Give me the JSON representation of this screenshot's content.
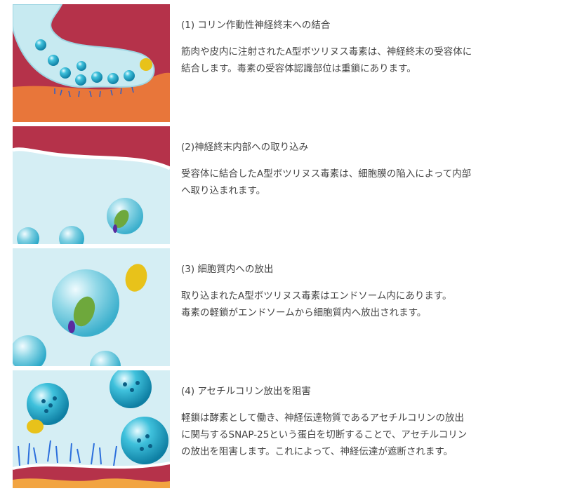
{
  "steps": [
    {
      "title": "(1) コリン作動性神経終末への結合",
      "lines": [
        "筋肉や皮内に注射されたA型ボツリヌス毒素は、神経終末の受容体に",
        "結合します。毒素の受容体認識部位は重鎖にあります。"
      ]
    },
    {
      "title": "(2)神経終末内部への取り込み",
      "lines": [
        "受容体に結合したA型ボツリヌス毒素は、細胞膜の陥入によって内部",
        "へ取り込まれます。"
      ]
    },
    {
      "title": "(3) 細胞質内への放出",
      "lines": [
        "取り込まれたA型ボツリヌス毒素はエンドソーム内にあります。",
        "毒素の軽鎖がエンドソームから細胞質内へ放出されます。"
      ]
    },
    {
      "title": "(4) アセチルコリン放出を阻害",
      "lines": [
        "軽鎖は酵素として働き、神経伝達物質であるアセチルコリンの放出",
        "に関与するSNAP-25という蛋白を切断することで、アセチルコリン",
        "の放出を阻害します。これによって、神経伝達が遮断されます。"
      ]
    }
  ],
  "colors": {
    "muscle": "#b5324a",
    "tissue": "#e8763a",
    "nerve": "#bfe6ee",
    "vesicle": "#2aa8c8",
    "toxin_light_chain": "#e8c21a",
    "toxin_heavy_chain": "#6ea83c"
  },
  "illustrations": [
    "nerve-terminal-binding-illustration",
    "endocytosis-illustration",
    "endosome-release-illustration",
    "snap25-cleavage-illustration"
  ]
}
